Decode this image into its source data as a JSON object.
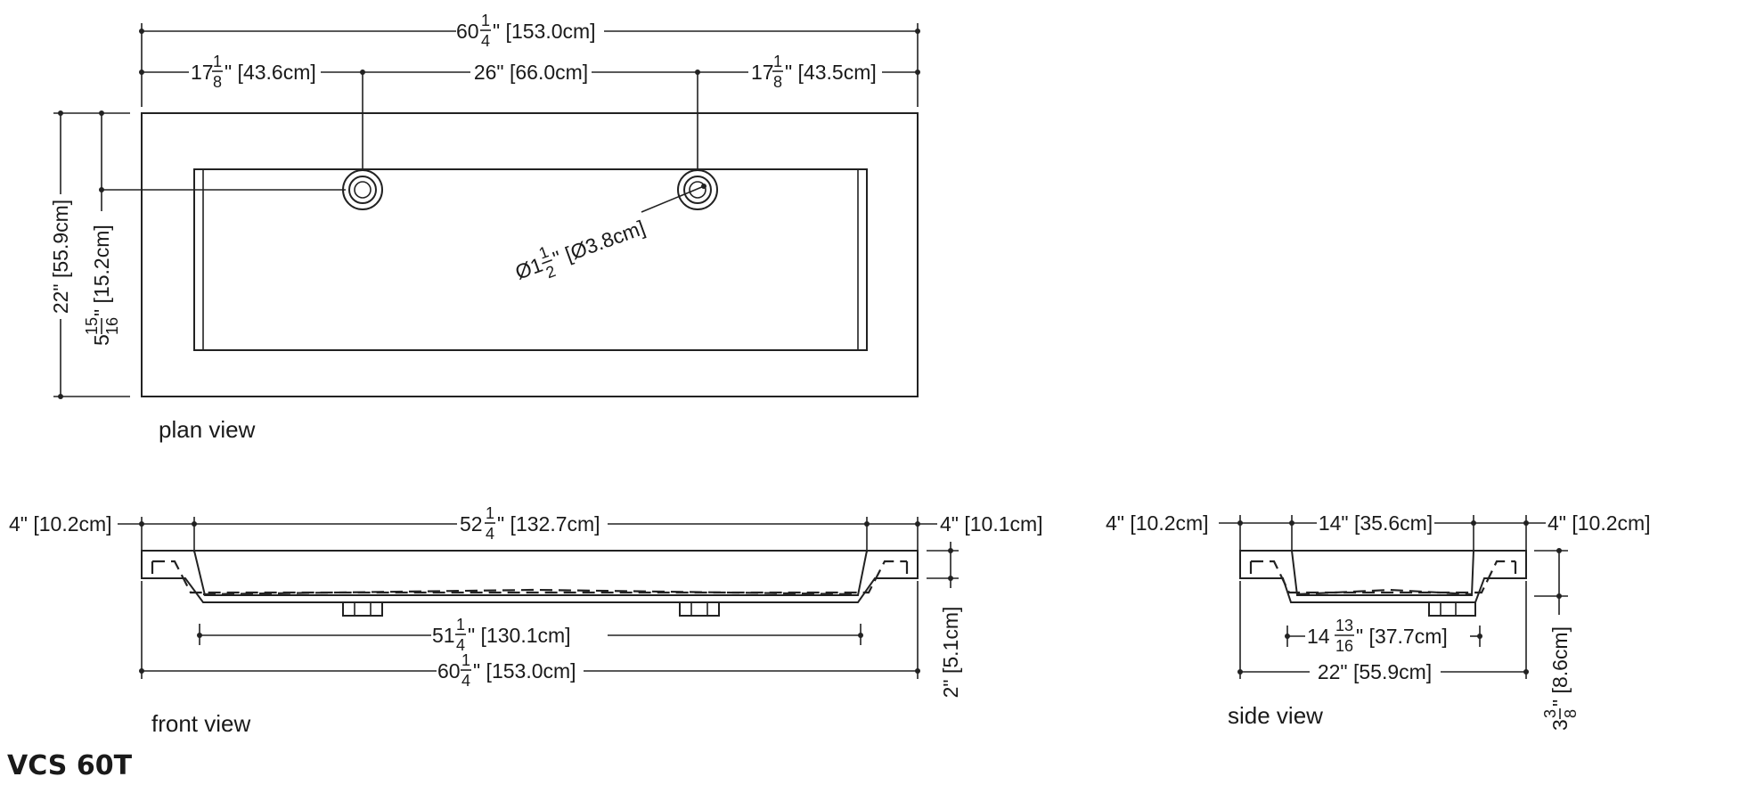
{
  "title": "VCS 60T",
  "views": {
    "plan": {
      "label": "plan view",
      "overall_width": {
        "whole": "60",
        "num": "1",
        "den": "4",
        "metric": "\" [153.0cm]"
      },
      "left_offset": {
        "whole": "17",
        "num": "1",
        "den": "8",
        "metric": "\" [43.6cm]"
      },
      "center_spacing": {
        "text": "26\" [66.0cm]"
      },
      "right_offset": {
        "whole": "17",
        "num": "1",
        "den": "8",
        "metric": "\" [43.5cm]"
      },
      "depth": {
        "text": "22\" [55.9cm]"
      },
      "hole_inset": {
        "whole": "5",
        "num": "15",
        "den": "16",
        "metric": "\" [15.2cm]"
      },
      "hole_diameter": {
        "whole": "Ø1",
        "num": "1",
        "den": "2",
        "metric": "\" [Ø3.8cm]"
      }
    },
    "front": {
      "label": "front view",
      "left_rim": {
        "text": "4\" [10.2cm]"
      },
      "basin_top": {
        "whole": "52",
        "num": "1",
        "den": "4",
        "metric": "\" [132.7cm]"
      },
      "right_rim": {
        "text": "4\" [10.1cm]"
      },
      "basin_bottom": {
        "whole": "51",
        "num": "1",
        "den": "4",
        "metric": "\" [130.1cm]"
      },
      "overall_width": {
        "whole": "60",
        "num": "1",
        "den": "4",
        "metric": "\" [153.0cm]"
      },
      "deck_height": {
        "text": "2\" [5.1cm]"
      }
    },
    "side": {
      "label": "side view",
      "left_rim": {
        "text": "4\" [10.2cm]"
      },
      "basin_top": {
        "text": "14\" [35.6cm]"
      },
      "right_rim": {
        "text": "4\" [10.2cm]"
      },
      "basin_bottom": {
        "whole": "14",
        "num": "13",
        "den": "16",
        "metric": "\" [37.7cm]"
      },
      "overall_depth": {
        "text": "22\" [55.9cm]"
      },
      "height": {
        "whole": "3",
        "num": "3",
        "den": "8",
        "metric": "\" [8.6cm]"
      }
    }
  }
}
